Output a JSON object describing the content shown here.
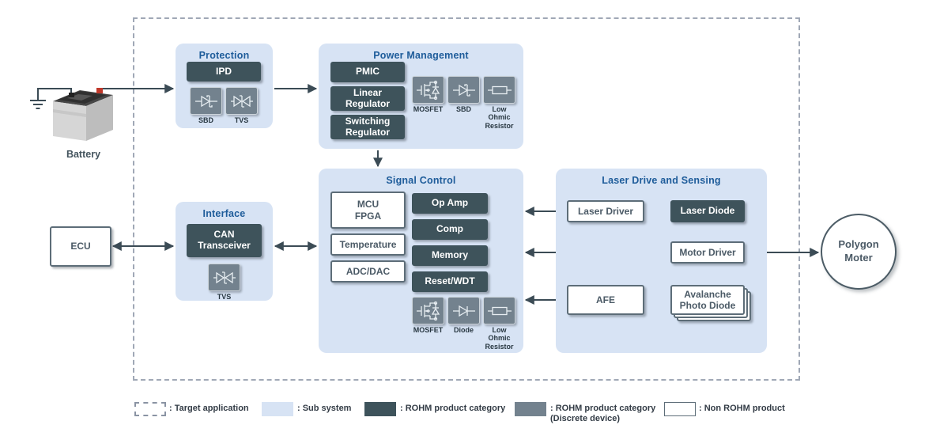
{
  "colors": {
    "subsystem_fill": "#d7e3f4",
    "rohm_product": "#3e535b",
    "rohm_discrete": "#73828e",
    "title_blue": "#1e5c9a",
    "wire": "#3b4b55"
  },
  "external": {
    "battery": "Battery",
    "ecu": "ECU",
    "polygon_motor": "Polygon\nMoter"
  },
  "protection": {
    "title": "Protection",
    "ipd": "IPD",
    "sbd": "SBD",
    "tvs": "TVS"
  },
  "power_management": {
    "title": "Power Management",
    "pmic": "PMIC",
    "linear_regulator": "Linear\nRegulator",
    "switching_regulator": "Switching\nRegulator",
    "mosfet": "MOSFET",
    "sbd": "SBD",
    "low_ohmic": "Low\nOhmic\nResistor"
  },
  "signal_control": {
    "title": "Signal Control",
    "mcu_fpga": "MCU\nFPGA",
    "temperature": "Temperature",
    "adc_dac": "ADC/DAC",
    "op_amp": "Op Amp",
    "comp": "Comp",
    "memory": "Memory",
    "reset_wdt": "Reset/WDT",
    "mosfet": "MOSFET",
    "diode": "Diode",
    "low_ohmic": "Low\nOhmic\nResistor"
  },
  "interface": {
    "title": "Interface",
    "can_transceiver": "CAN\nTransceiver",
    "tvs": "TVS"
  },
  "laser": {
    "title": "Laser Drive and Sensing",
    "laser_driver": "Laser Driver",
    "laser_diode": "Laser Diode",
    "motor_driver": "Motor Driver",
    "afe": "AFE",
    "apd": "Avalanche\nPhoto Diode"
  },
  "legend": {
    "target_application": ": Target application",
    "sub_system": ": Sub system",
    "rohm_product": ": ROHM product category",
    "rohm_discrete": ": ROHM product category\n(Discrete device)",
    "non_rohm": ": Non ROHM product"
  }
}
